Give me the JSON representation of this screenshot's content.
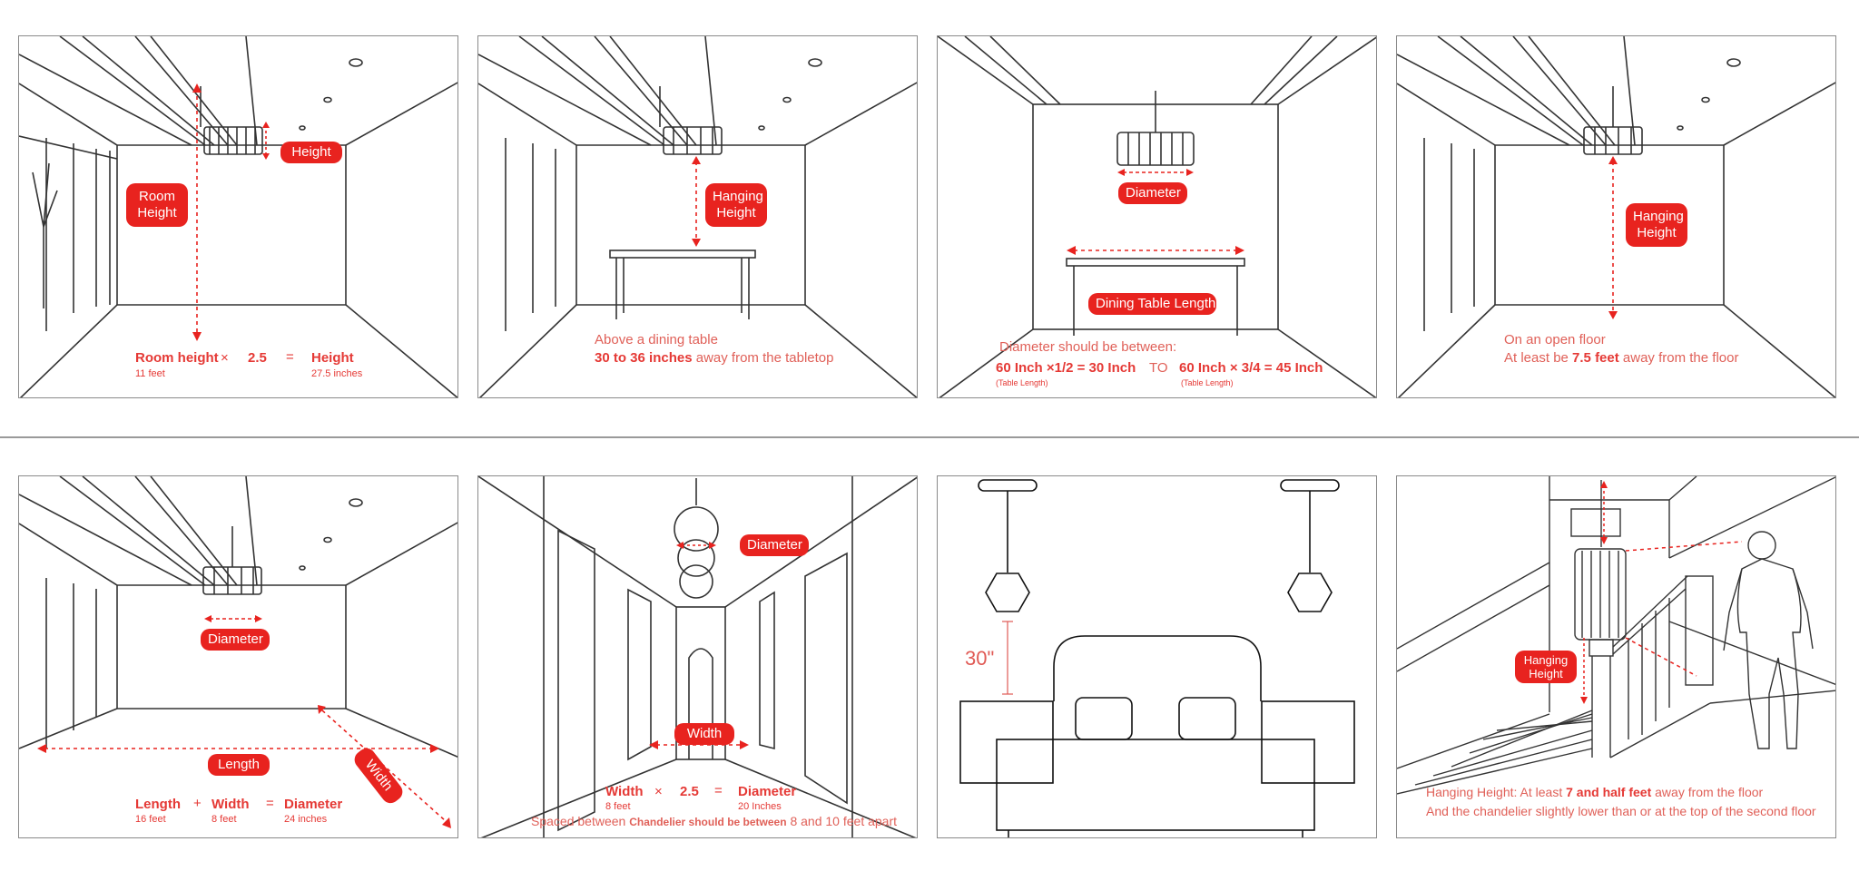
{
  "colors": {
    "accent": "#e8231f",
    "line": "#333333",
    "frame": "#8a8a8a"
  },
  "panel1": {
    "room_height_line1": "Room",
    "room_height_line2": "Height",
    "height_label": "Height",
    "formula_left": "Room height",
    "formula_left_sub": "11 feet",
    "op_times": "×",
    "factor": "2.5",
    "op_eq": "=",
    "formula_right": "Height",
    "formula_right_sub": "27.5 inches"
  },
  "panel2": {
    "hanging_line1": "Hanging",
    "hanging_line2": "Height",
    "caption_line1": "Above a dining table",
    "caption_bold": "30 to 36 inches",
    "caption_rest": " away from the tabletop"
  },
  "panel3": {
    "diameter_label": "Diameter",
    "table_label": "Dining Table Length",
    "caption_intro": "Diameter should be between:",
    "eq1": "60 Inch ×1/2 = 30 Inch",
    "eq1_sub": "(Table Length)",
    "to": "TO",
    "eq2": "60 Inch × 3/4 = 45 Inch",
    "eq2_sub": "(Table Length)"
  },
  "panel4": {
    "hanging_line1": "Hanging",
    "hanging_line2": "Height",
    "caption_line1": "On an open floor",
    "caption_pre": "At least be ",
    "caption_bold": "7.5 feet",
    "caption_rest": " away from the floor"
  },
  "panel5": {
    "diameter_label": "Diameter",
    "length_label": "Length",
    "width_label": "Width",
    "f_length": "Length",
    "f_length_sub": "16 feet",
    "op_plus": "+",
    "f_width": "Width",
    "f_width_sub": "8 feet",
    "op_eq": "=",
    "f_diam": "Diameter",
    "f_diam_sub": "24 inches"
  },
  "panel6": {
    "diameter_label": "Diameter",
    "width_label": "Width",
    "f_width": "Width",
    "f_width_sub": "8 feet",
    "op_times": "×",
    "factor": "2.5",
    "op_eq": "=",
    "f_diam": "Diameter",
    "f_diam_sub": "20 Inches",
    "caption_pre": "Spaced between ",
    "caption_mid": "Chandelier should be between",
    "caption_rest": " 8 and 10 feet apart"
  },
  "panel7": {
    "distance": "30\""
  },
  "panel8": {
    "hanging_line1": "Hanging",
    "hanging_line2": "Height",
    "caption1_pre": "Hanging Height: At least ",
    "caption1_bold": "7 and half feet",
    "caption1_rest": " away from the floor",
    "caption2": "And the chandelier slightly lower than or at the top of the second floor"
  }
}
